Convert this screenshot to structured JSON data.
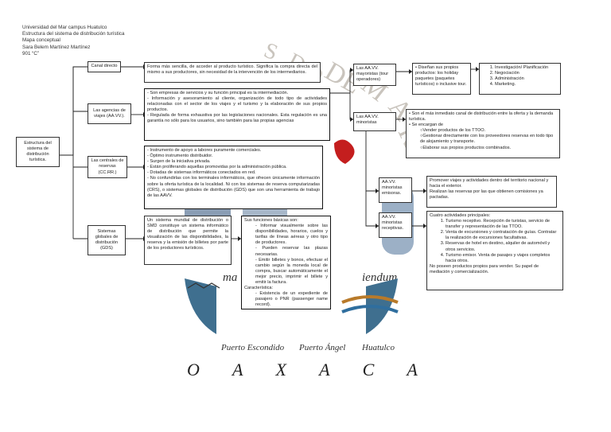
{
  "header": {
    "lines": [
      "Universidad del Mar campus Huatulco",
      "Estructura del sistema de distribución turística",
      "Mapa conceptual",
      "Sara Belem Martínez Martínez",
      "901 “C”"
    ]
  },
  "watermark": {
    "arc_text": "UNIVERSIDAD DEL MAR",
    "motto_left": "ma",
    "motto_right": "iendum",
    "places": [
      "Puerto Escondido",
      "Puerto Ángel",
      "Huatulco"
    ],
    "state": "O A X A C A"
  },
  "root": {
    "label": "Estructura del sistema de distribución turística."
  },
  "branches": {
    "canal_directo": {
      "label": "Canal directo",
      "desc": "Forma más sencilla, de acceder al producto turístico. Significa la compra directa del mismo a sus productores, sin necesidad de la intervención de los intermediarios."
    },
    "agencias": {
      "label": "Las agencias de viajes (AA.VV.).",
      "desc": [
        "- Son empresas de servicios y su función principal es la intermediación.",
        "- Información y asesoramiento al cliente,  organización de todo tipo de actividades relacionadas con el sector de los viajes y el turismo y la elaboración de sus propios productos.",
        "- Regulada de forma exhaustiva por las legislaciones nacionales. Esta regulación es una garantía no sólo para los usuarios, sino también para las propias agencias"
      ]
    },
    "centrales": {
      "label": "Las centrales de reservas (CC.RR.)",
      "desc": [
        "- Instrumento de apoyo a labores puramente comerciales.",
        "- Óptimo instrumento distribuidor.",
        "- Surgen de la iniciativa privada.",
        "- Están proliferando aquellas promovidas por la administración pública.",
        "- Dotadas de sistemas informáticos conectados en red.",
        "- No confundirlas con los terminales informáticos, que ofrecen únicamente información sobre la oferta turística de la localidad. Ni con los sistemas de reserva computarizadas (CRS), o sistemas globales de distribución (GDS) que son una herramienta de trabajo de las AAVV."
      ]
    },
    "sistemas": {
      "label": "Sistemas globales de distribución (GDS)",
      "desc": "Un sistema mundial de distribución o SMD constituye un sistema informático de distribución que permite la visualización de las disponibilidades, la reserva y la emisión de billetes por parte de los productores turísticos.",
      "funciones": {
        "title": "Sus funciones básicas son:",
        "items": [
          "- Informar visualmente sobre las disponibilidades, horarios, cuelos y tarifas de líneas aéreas y otro tipo de productores.",
          "- Pueden reservar las plazas necesarias.",
          "- Emitir billetes y bonos, efectuar el cambio según la moneda local de compra, buscar automáticamente el mejor precio, imprimir el billete y emitir la factura."
        ],
        "caracteristica_title": "Característica:",
        "caracteristica": "- Existencia de un expediente de pasajero o PNR (passenger name record)."
      }
    }
  },
  "mayoristas_tour": {
    "label": "Las AA.VV. mayoristas (tour operadores)",
    "desc": "• Diseñan sus propios productos: los holiday paquetes (paquetes turísticos) o inclusive tour.",
    "list": [
      "Investigación/ Planificación",
      "Negociación",
      "Administración",
      "Marketing."
    ]
  },
  "minoristas": {
    "label": "Las AA.VV. minoristas",
    "desc": [
      "• Son el más inmediato canal de distribución entre la oferta y la demanda turística.",
      "• Se encargan de",
      "○Vender productos de los TTOO.",
      "○Gestionar directamente con los proveedores reservas en todo tipo de alojamiento y transporte.",
      "○Elaborar sus propios productos combinados."
    ]
  },
  "emisoras": {
    "label": "AA.VV. minoristas emisoras.",
    "desc": [
      "Promover viajes y actividades dentro del territorio nacional y hacia el exterior.",
      "Realizan las reservas por las que obtienen comisiones ya pactadas."
    ]
  },
  "receptivas": {
    "label": "AA.VV. minoristas receptivas.",
    "title": "Cuatro actividades principales:",
    "list": [
      "Turismo receptivo. Recepción de turistas, servicio de transfer y representación de las TTOO.",
      "Venta de excursiones y contratación de guías. Contratar la realización de excursiones facultativas.",
      "Reservas de hotel en destino, alquiler de automóvil y otros servicios.",
      "Turismo emisor. Venta de pasajes y viajes completos hacia otros."
    ],
    "note": "No poseen productos propios para vender. Su papel de mediación y comercialización."
  }
}
